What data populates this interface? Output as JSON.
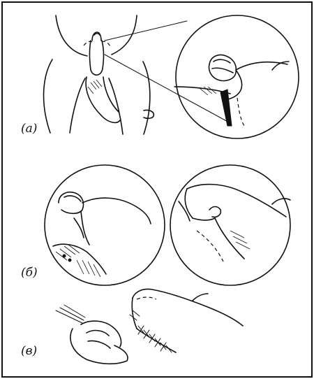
{
  "panels": [
    {
      "id": "a",
      "label": "(а)"
    },
    {
      "id": "b",
      "label": "(б)"
    },
    {
      "id": "c",
      "label": "(в)"
    }
  ],
  "colors": {
    "ink": "#111111",
    "background": "#ffffff"
  }
}
